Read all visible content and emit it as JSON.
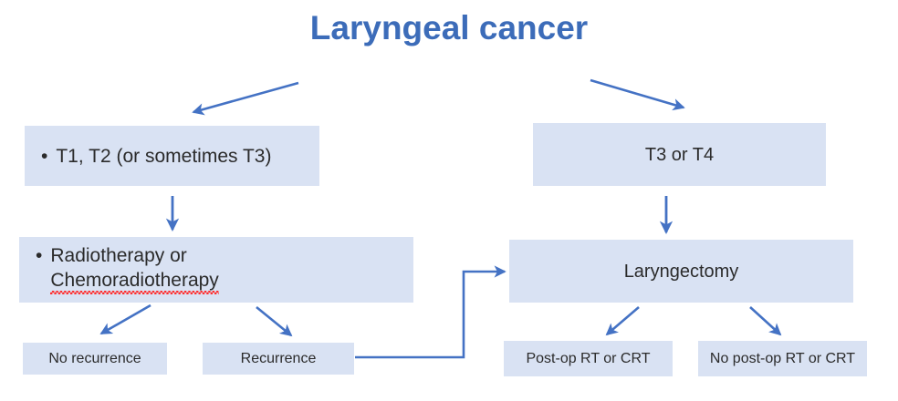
{
  "title": "Laryngeal cancer",
  "theme": {
    "title_color": "#3C6CB9",
    "box_fill": "#D9E2F3",
    "arrow_color": "#4472C4",
    "text_color": "#2B2B2B",
    "spellcheck_color": "#FF2D2D",
    "background": "#FFFFFF"
  },
  "nodes": {
    "stage_early": {
      "label": "T1, T2 (or sometimes T3)",
      "bullet": "•"
    },
    "stage_late": {
      "label": "T3 or T4"
    },
    "treatment_rt": {
      "bullet": "•",
      "line1": "Radiotherapy or",
      "line2": "Chemoradiotherapy"
    },
    "treatment_surgery": {
      "label": "Laryngectomy"
    },
    "outcome_no_recurrence": {
      "label": "No recurrence"
    },
    "outcome_recurrence": {
      "label": "Recurrence"
    },
    "outcome_postop_rt": {
      "label": "Post-op RT or CRT"
    },
    "outcome_no_postop_rt": {
      "label": "No post-op RT or CRT"
    }
  },
  "edges": [
    {
      "name": "title-to-early",
      "from": "title",
      "to": "stage_early",
      "kind": "diagonal-arrow"
    },
    {
      "name": "title-to-late",
      "from": "title",
      "to": "stage_late",
      "kind": "diagonal-arrow"
    },
    {
      "name": "early-to-rt",
      "from": "stage_early",
      "to": "treatment_rt",
      "kind": "vertical-arrow"
    },
    {
      "name": "late-to-surgery",
      "from": "stage_late",
      "to": "treatment_surgery",
      "kind": "vertical-arrow"
    },
    {
      "name": "rt-to-no-recurrence",
      "from": "treatment_rt",
      "to": "outcome_no_recurrence",
      "kind": "diagonal-arrow"
    },
    {
      "name": "rt-to-recurrence",
      "from": "treatment_rt",
      "to": "outcome_recurrence",
      "kind": "diagonal-arrow"
    },
    {
      "name": "recurrence-to-surgery",
      "from": "outcome_recurrence",
      "to": "treatment_surgery",
      "kind": "elbow-arrow"
    },
    {
      "name": "surgery-to-postop-rt",
      "from": "treatment_surgery",
      "to": "outcome_postop_rt",
      "kind": "diagonal-arrow"
    },
    {
      "name": "surgery-to-no-postop-rt",
      "from": "treatment_surgery",
      "to": "outcome_no_postop_rt",
      "kind": "diagonal-arrow"
    }
  ]
}
